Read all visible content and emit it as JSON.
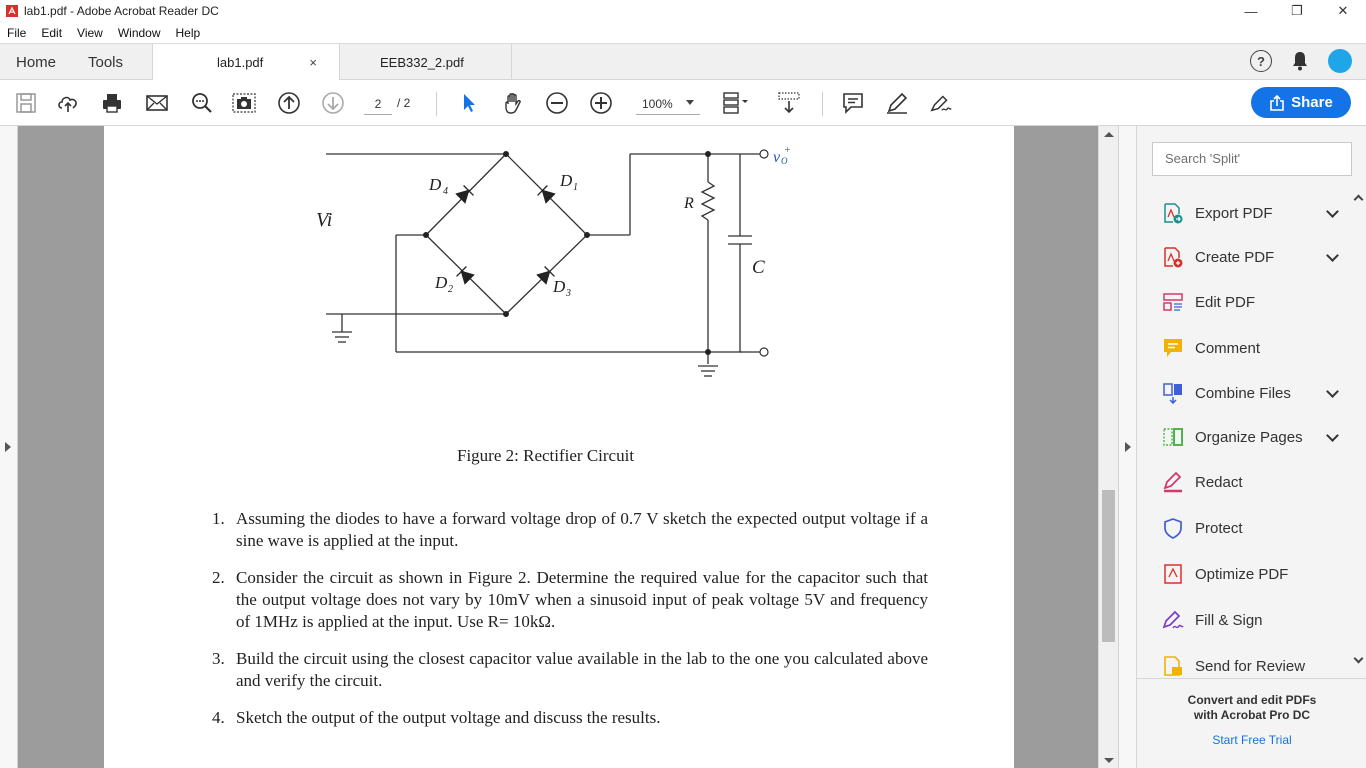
{
  "window": {
    "title": "lab1.pdf - Adobe Acrobat Reader DC",
    "min_symbol": "—",
    "max_symbol": "❐",
    "close_symbol": "✕"
  },
  "menu": [
    "File",
    "Edit",
    "View",
    "Window",
    "Help"
  ],
  "nav": {
    "home": "Home",
    "tools": "Tools"
  },
  "doc_tabs": [
    {
      "label": "lab1.pdf",
      "close": "×"
    },
    {
      "label": "EEB332_2.pdf"
    }
  ],
  "top_right": {
    "help": "?"
  },
  "toolbar": {
    "page_current": "2",
    "page_total": "/ 2",
    "zoom": "100%",
    "share_label": "Share"
  },
  "document": {
    "circuit_labels": {
      "vi": "Vi",
      "d1": "D",
      "d1_sub": "1",
      "d2": "D",
      "d2_sub": "2",
      "d3": "D",
      "d3_sub": "3",
      "d4": "D",
      "d4_sub": "4",
      "r": "R",
      "c": "C",
      "vo": "v",
      "vo_sub": "O",
      "vo_sign": "+"
    },
    "figure_caption": "Figure 2: Rectifier Circuit",
    "questions": [
      {
        "num": "1.",
        "text": "Assuming the diodes to have a forward voltage drop of 0.7 V sketch the expected output voltage if a sine wave is applied at the input."
      },
      {
        "num": "2.",
        "text": "Consider the circuit as shown in Figure 2. Determine the required value for the capacitor such that the output voltage does not vary by 10mV when a sinusoid input of peak voltage 5V and frequency of 1MHz is applied at the input. Use R= 10kΩ."
      },
      {
        "num": "3.",
        "text": "Build the circuit using the closest capacitor value available in the lab to the one you calculated above and verify the circuit."
      },
      {
        "num": "4.",
        "text": "Sketch the output of the output voltage and discuss the results."
      }
    ]
  },
  "right_pane": {
    "search_placeholder": "Search 'Split'",
    "tools": [
      {
        "label": "Export PDF",
        "icon": "export-pdf-icon",
        "chevron": true
      },
      {
        "label": "Create PDF",
        "icon": "create-pdf-icon",
        "chevron": true
      },
      {
        "label": "Edit PDF",
        "icon": "edit-pdf-icon",
        "chevron": false
      },
      {
        "label": "Comment",
        "icon": "comment-icon",
        "chevron": false
      },
      {
        "label": "Combine Files",
        "icon": "combine-files-icon",
        "chevron": true
      },
      {
        "label": "Organize Pages",
        "icon": "organize-pages-icon",
        "chevron": true
      },
      {
        "label": "Redact",
        "icon": "redact-icon",
        "chevron": false
      },
      {
        "label": "Protect",
        "icon": "protect-icon",
        "chevron": false
      },
      {
        "label": "Optimize PDF",
        "icon": "optimize-pdf-icon",
        "chevron": false
      },
      {
        "label": "Fill & Sign",
        "icon": "fill-sign-icon",
        "chevron": false
      },
      {
        "label": "Send for Review",
        "icon": "send-for-review-icon",
        "chevron": false
      }
    ],
    "promo_line1": "Convert and edit PDFs",
    "promo_line2": "with Acrobat Pro DC",
    "promo_link": "Start Free Trial"
  },
  "colors": {
    "accent": "#1473e6",
    "avatar": "#1fa6e8",
    "pdf_red": "#d9302b",
    "comment_yellow": "#f0b400",
    "organize_green": "#4fb548",
    "redact_pink": "#d6386b",
    "protect_blue": "#3f5fd6",
    "fill_purple": "#7b3fc6"
  }
}
